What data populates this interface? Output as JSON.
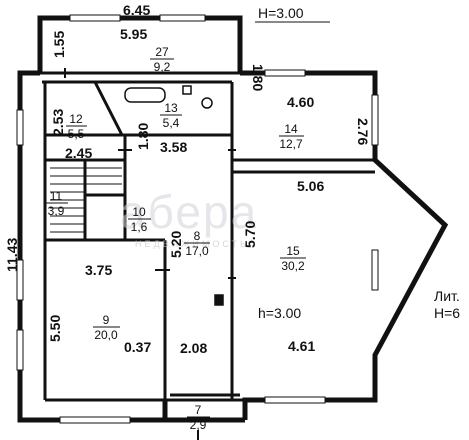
{
  "header": {
    "height_label": "H=3.00"
  },
  "side_note": {
    "line1": "Лит.",
    "line2": "H=6"
  },
  "watermark": {
    "brand": "абера",
    "subtitle": "НЕДВИЖИМОСТЬ"
  },
  "rooms": [
    {
      "no": "27",
      "area": "9,2"
    },
    {
      "no": "13",
      "area": "5,4"
    },
    {
      "no": "12",
      "area": "5,5"
    },
    {
      "no": "14",
      "area": "12,7"
    },
    {
      "no": "11",
      "area": "3,9"
    },
    {
      "no": "10",
      "area": "1,6"
    },
    {
      "no": "8",
      "area": "17,0"
    },
    {
      "no": "15",
      "area": "30,2"
    },
    {
      "no": "9",
      "area": "20,0"
    },
    {
      "no": "7",
      "area": "2,9"
    }
  ],
  "dimensions": {
    "d645": "6.45",
    "d595": "5.95",
    "d155": "1.55",
    "d180a": "1.80",
    "d253": "2.53",
    "d460": "4.60",
    "d276": "2.76",
    "d245": "2.45",
    "d358": "3.58",
    "d180b": "1.80",
    "d506": "5.06",
    "d1143": "11.43",
    "d375": "3.75",
    "d520": "5.20",
    "d570": "5.70",
    "d550": "5.50",
    "d037": "0.37",
    "d208": "2.08",
    "d461": "4.61"
  },
  "room15_height": "h=3.00"
}
